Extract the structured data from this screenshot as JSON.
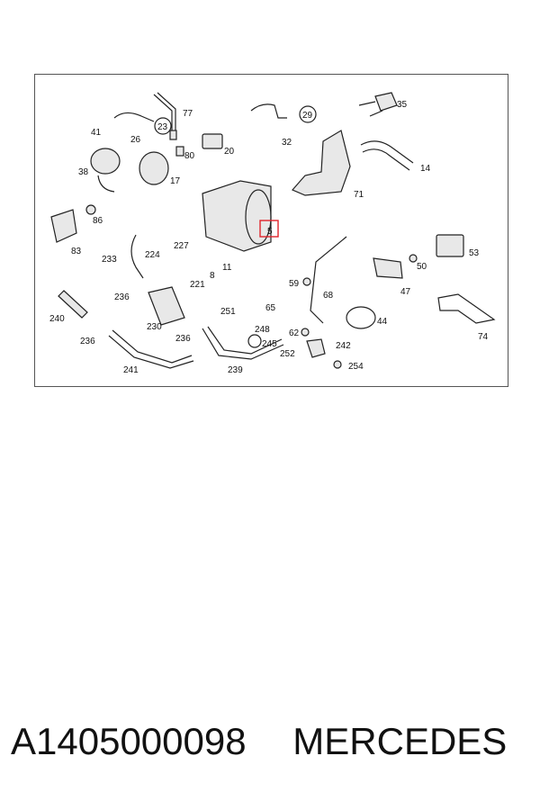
{
  "caption": {
    "part_number": "A1405000098",
    "brand": "MERCEDES"
  },
  "diagram": {
    "highlight_color": "#e0232b",
    "highlighted_label": "5",
    "labels": [
      "77",
      "23",
      "29",
      "35",
      "41",
      "26",
      "80",
      "20",
      "32",
      "14",
      "38",
      "17",
      "71",
      "86",
      "5",
      "83",
      "227",
      "224",
      "233",
      "11",
      "8",
      "53",
      "50",
      "59",
      "68",
      "47",
      "221",
      "236",
      "240",
      "230",
      "251",
      "65",
      "248",
      "44",
      "74",
      "236b",
      "236c",
      "62",
      "245",
      "242",
      "252",
      "241",
      "239",
      "254"
    ],
    "label_text": {
      "77": "77",
      "23": "23",
      "29": "29",
      "35": "35",
      "41": "41",
      "26": "26",
      "80": "80",
      "20": "20",
      "32": "32",
      "14": "14",
      "38": "38",
      "17": "17",
      "71": "71",
      "86": "86",
      "5": "5",
      "83": "83",
      "227": "227",
      "224": "224",
      "233": "233",
      "11": "11",
      "8": "8",
      "53": "53",
      "50": "50",
      "59": "59",
      "68": "68",
      "47": "47",
      "221": "221",
      "236": "236",
      "240": "240",
      "230": "230",
      "251": "251",
      "65": "65",
      "248": "248",
      "44": "44",
      "74": "74",
      "236b": "236",
      "236c": "236",
      "62": "62",
      "245": "245",
      "242": "242",
      "252": "252",
      "241": "241",
      "239": "239",
      "254": "254"
    }
  }
}
